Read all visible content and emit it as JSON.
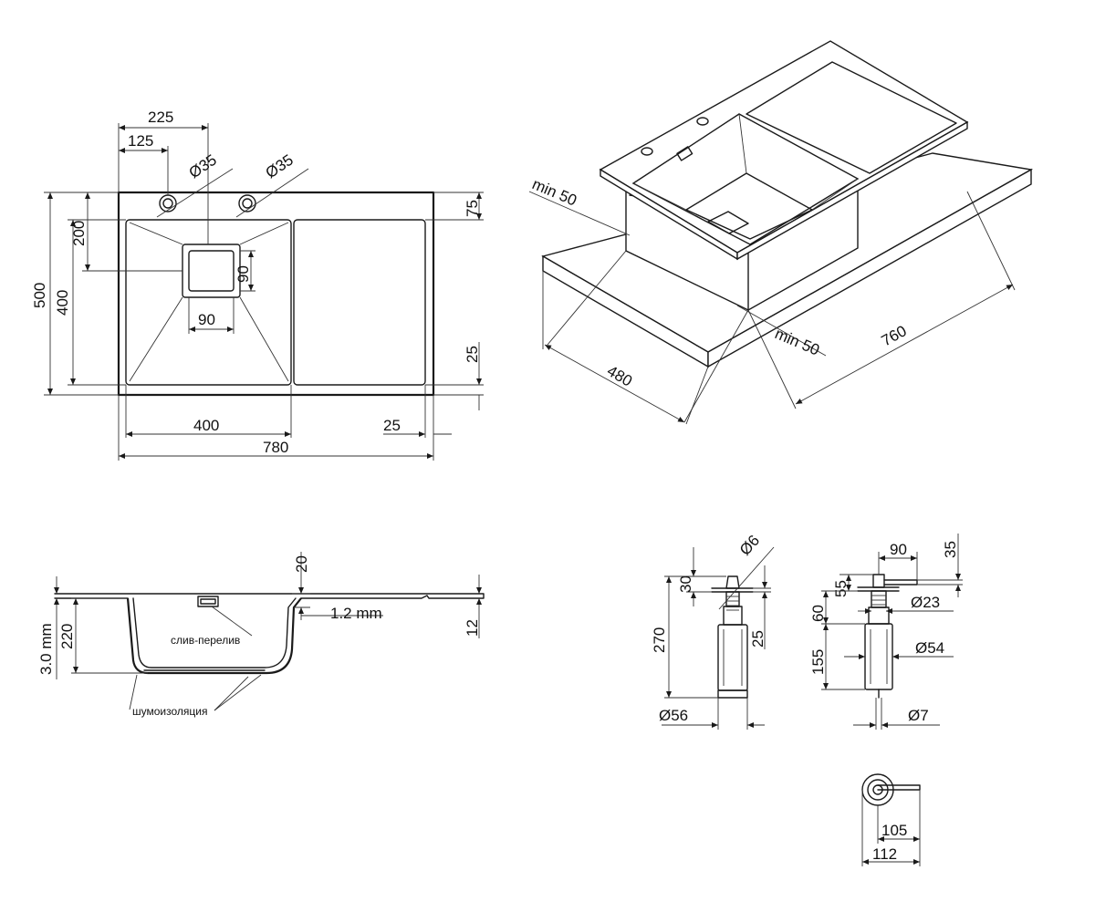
{
  "top_view": {
    "w780": "780",
    "w400": "400",
    "w25_bottom": "25",
    "w225": "225",
    "w125": "125",
    "d35_a": "Ø35",
    "d35_b": "Ø35",
    "h500": "500",
    "h400": "400",
    "h200": "200",
    "h75": "75",
    "h25": "25",
    "drain_w": "90",
    "drain_h": "90"
  },
  "iso_view": {
    "min50_a": "min 50",
    "min50_b": "min 50",
    "w760": "760",
    "w480": "480"
  },
  "section_view": {
    "h20": "20",
    "h220": "220",
    "h12": "12",
    "thickness_3": "3.0 mm",
    "thickness_12": "1.2 mm",
    "overflow_label": "слив-перелив",
    "insulation_label": "шумоизоляция"
  },
  "dispenser_a": {
    "d6": "Ø6",
    "h30": "30",
    "h270": "270",
    "h25": "25",
    "d56": "Ø56"
  },
  "dispenser_b": {
    "w90": "90",
    "h35": "35",
    "h55": "55",
    "h60": "60",
    "d23": "Ø23",
    "h155": "155",
    "d54": "Ø54",
    "d7": "Ø7"
  },
  "dispenser_top": {
    "w105": "105",
    "w112": "112"
  }
}
